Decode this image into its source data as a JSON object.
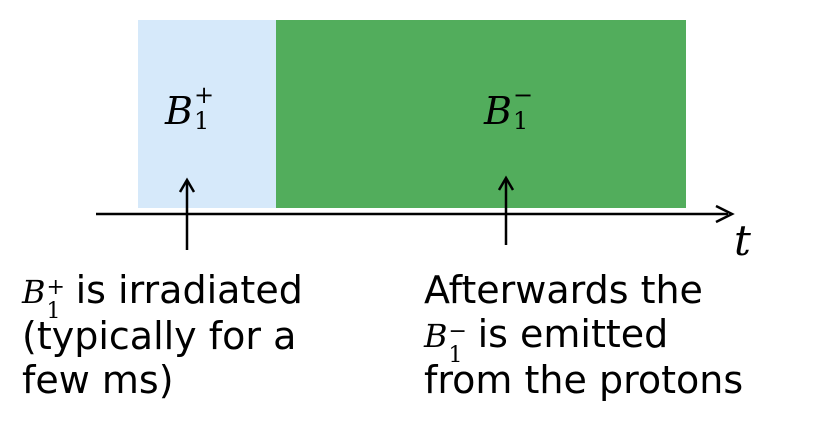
{
  "colors": {
    "plus_block": "#d6e9fa",
    "minus_block": "#52ad5c",
    "ink": "#000000"
  },
  "blocks": {
    "plus": {
      "symbol": "B",
      "sub": "1",
      "sup": "+"
    },
    "minus": {
      "symbol": "B",
      "sub": "1",
      "sup": "−"
    }
  },
  "axis": {
    "label": "t"
  },
  "captions": {
    "left": {
      "symbol": "B",
      "sub": "1",
      "sup": "+",
      "line1_rest": " is irradiated",
      "line2": "(typically for a",
      "line3": "few ms)"
    },
    "right": {
      "line1": "Afterwards the",
      "symbol": "B",
      "sub": "1",
      "sup": "−",
      "line2_rest": " is emitted",
      "line3": "from the protons"
    }
  }
}
